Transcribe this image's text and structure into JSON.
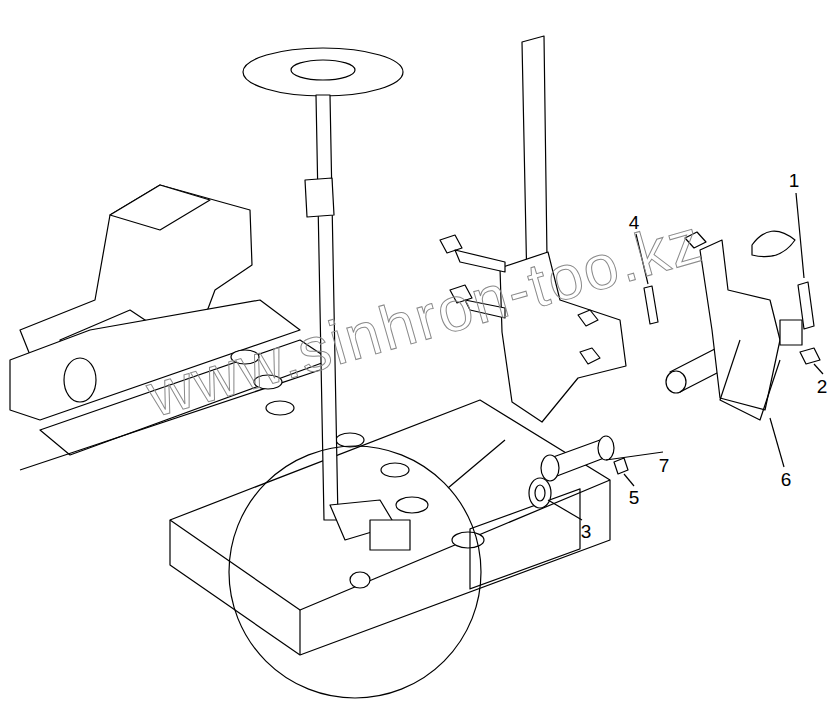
{
  "diagram": {
    "labels": [
      "1",
      "2",
      "3",
      "4",
      "5",
      "6",
      "7",
      "www.sinhron-too.kz"
    ]
  }
}
